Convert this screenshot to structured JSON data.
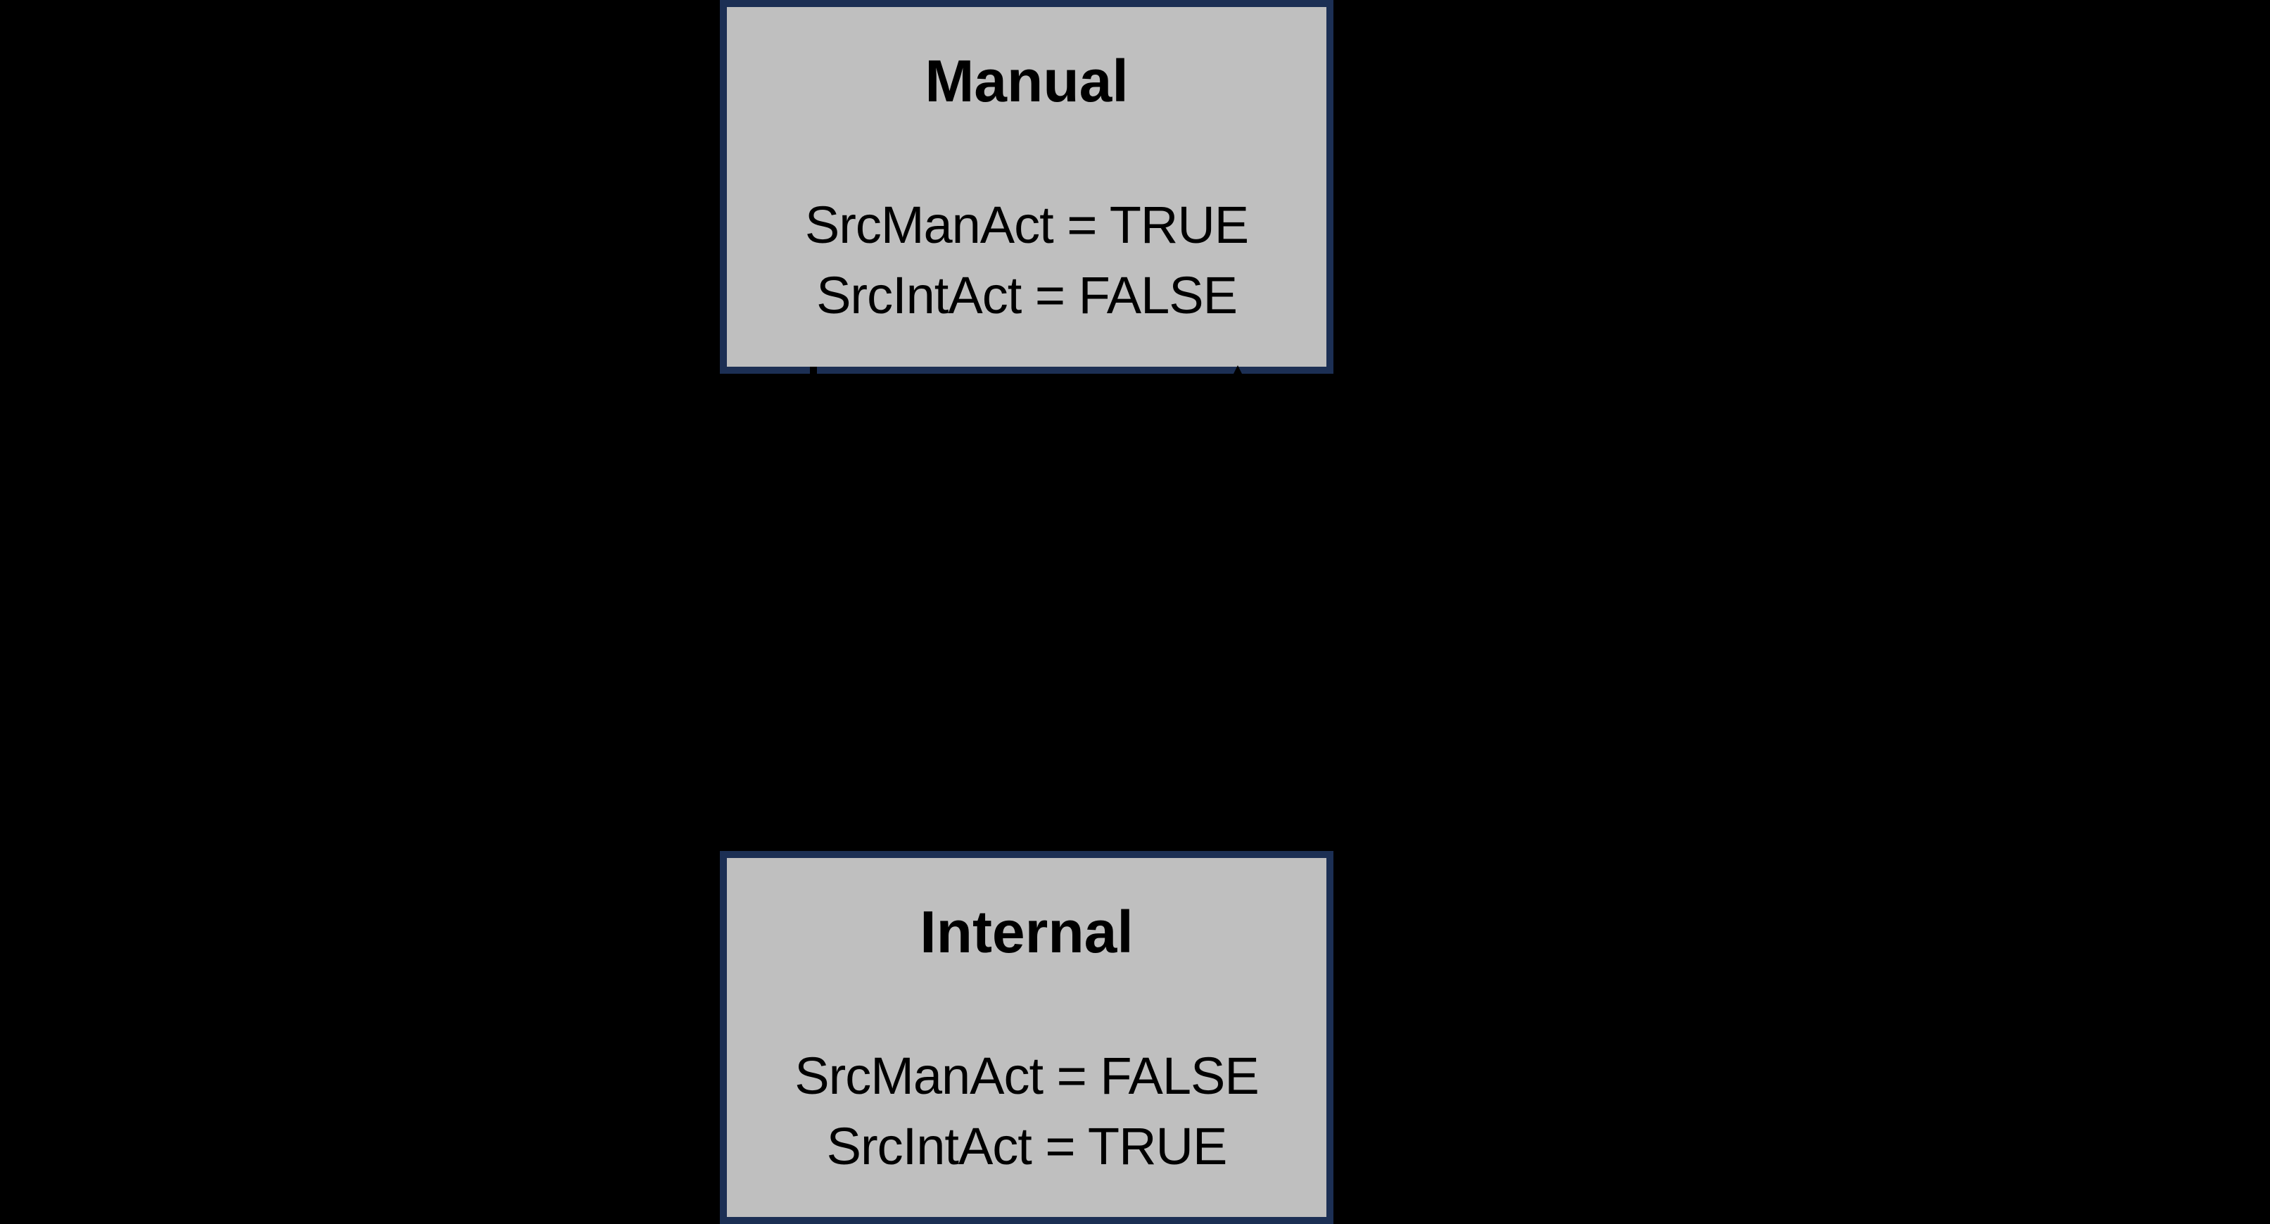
{
  "diagram": {
    "type": "state-transition-diagram",
    "background_color": "#000000",
    "colors": {
      "state_fill": "#BFBFBF",
      "state_border": "#1C2F54",
      "state_text": "#000000",
      "transition": "#000000"
    },
    "states": [
      {
        "id": "manual",
        "title": "Manual",
        "lines": [
          "SrcManAct = TRUE",
          "SrcIntAct = FALSE"
        ]
      },
      {
        "id": "internal",
        "title": "Internal",
        "lines": [
          "SrcManAct = FALSE",
          "SrcIntAct = TRUE"
        ]
      }
    ],
    "transitions": [
      {
        "from": "manual",
        "to": "internal"
      },
      {
        "from": "internal",
        "to": "manual"
      }
    ]
  }
}
